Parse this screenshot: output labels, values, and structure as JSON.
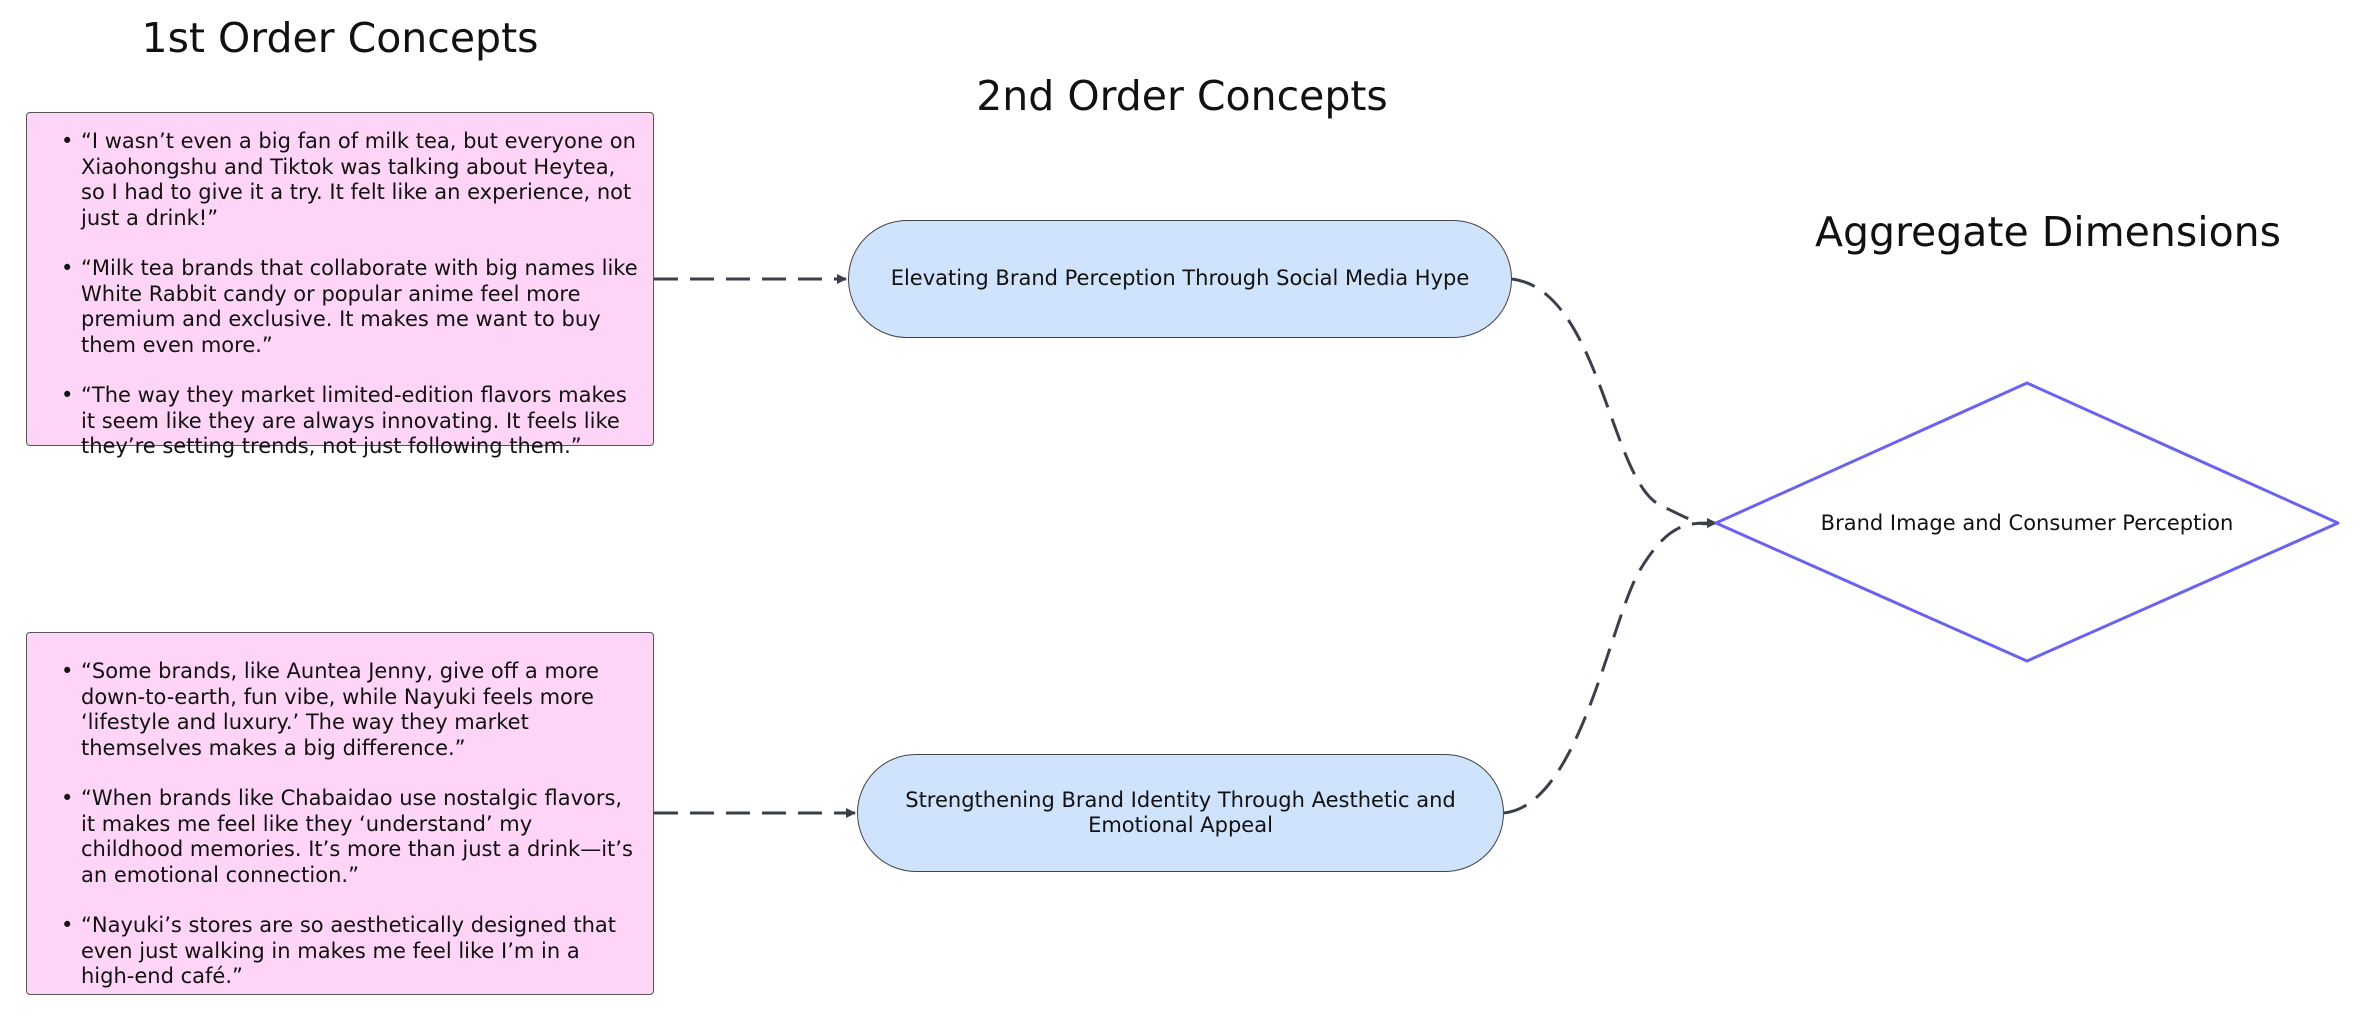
{
  "headings": {
    "first_order": "1st Order Concepts",
    "second_order": "2nd Order Concepts",
    "aggregate": "Aggregate Dimensions"
  },
  "first_order_groups": [
    {
      "quotes": [
        "“I wasn’t even a big fan of milk tea, but everyone on Xiaohongshu and Tiktok was talking about Heytea, so I had to give it a try. It felt like an experience, not just a drink!”",
        "“Milk tea brands that collaborate with big names like White Rabbit candy or popular anime feel more premium and exclusive. It makes me want to buy them even more.”",
        "“The way they market limited-edition flavors makes it seem like they are always innovating. It feels like they’re setting trends, not just following them.”"
      ]
    },
    {
      "quotes": [
        "“Some brands, like Auntea Jenny, give off a more down-to-earth, fun vibe, while Nayuki feels more ‘lifestyle and luxury.’ The way they market themselves makes a big difference.”",
        "“When brands like Chabaidao use nostalgic flavors, it makes me feel like they ‘understand’ my childhood memories. It’s more than just a drink—it’s an emotional connection.”",
        "“Nayuki’s stores are so aesthetically designed that even just walking in makes me feel like I’m in a high-end café.”"
      ]
    }
  ],
  "second_order_concepts": [
    "Elevating Brand Perception Through Social Media Hype",
    "Strengthening Brand Identity Through Aesthetic and Emotional Appeal"
  ],
  "aggregate_dimension": "Brand Image and Consumer Perception",
  "colors": {
    "quote_fill": "#ffd5f7",
    "concept_fill": "#cfe3fd",
    "diamond_stroke": "#6b63f0",
    "arrow": "#3a3f4a"
  }
}
